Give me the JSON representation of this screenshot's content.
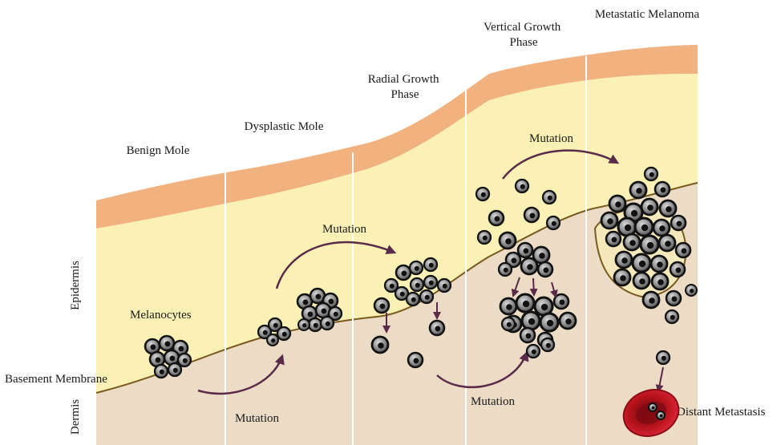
{
  "stages": [
    {
      "id": "benign",
      "lines": [
        "Benign Mole"
      ]
    },
    {
      "id": "dysplastic",
      "lines": [
        "Dysplastic Mole"
      ]
    },
    {
      "id": "radial",
      "lines": [
        "Radial Growth",
        "Phase"
      ]
    },
    {
      "id": "vertical",
      "lines": [
        "Vertical Growth",
        "Phase"
      ]
    },
    {
      "id": "metastatic",
      "lines": [
        "Metastatic Melanoma"
      ]
    }
  ],
  "labels": {
    "melanocytes": "Melanocytes",
    "basement_membrane": "Basement Membrane",
    "epidermis": "Epidermis",
    "dermis": "Dermis",
    "distant_metastasis": "Distant Metastasis"
  },
  "mutations": [
    "Mutation",
    "Mutation",
    "Mutation",
    "Mutation"
  ],
  "colors": {
    "skin_top": "#f2b27f",
    "epidermis": "#fbf1b5",
    "dermis": "#ecdcc6",
    "membrane": "#7a5a1e",
    "arrow": "#5a2a4a",
    "cell_fill": "#9a9a9a",
    "cell_outline": "#111111",
    "blood": "#c1121f"
  }
}
